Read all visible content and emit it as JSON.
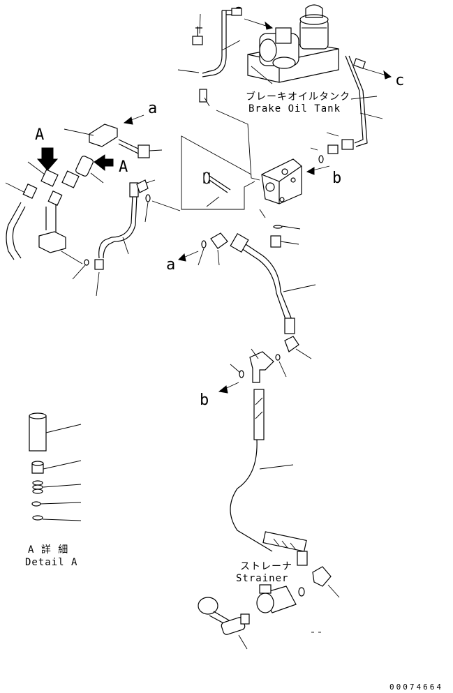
{
  "labels": {
    "brake_tank_jp": "ブレーキオイルタンク",
    "brake_tank_en": "Brake Oil Tank",
    "strainer_jp": "ストレーナ",
    "strainer_en": "Strainer",
    "detail_jp": "A 詳 細",
    "detail_en": "Detail A",
    "letter_a": "a",
    "letter_b": "b",
    "letter_c": "c",
    "letter_A": "A",
    "drawing_number": "00074664"
  }
}
